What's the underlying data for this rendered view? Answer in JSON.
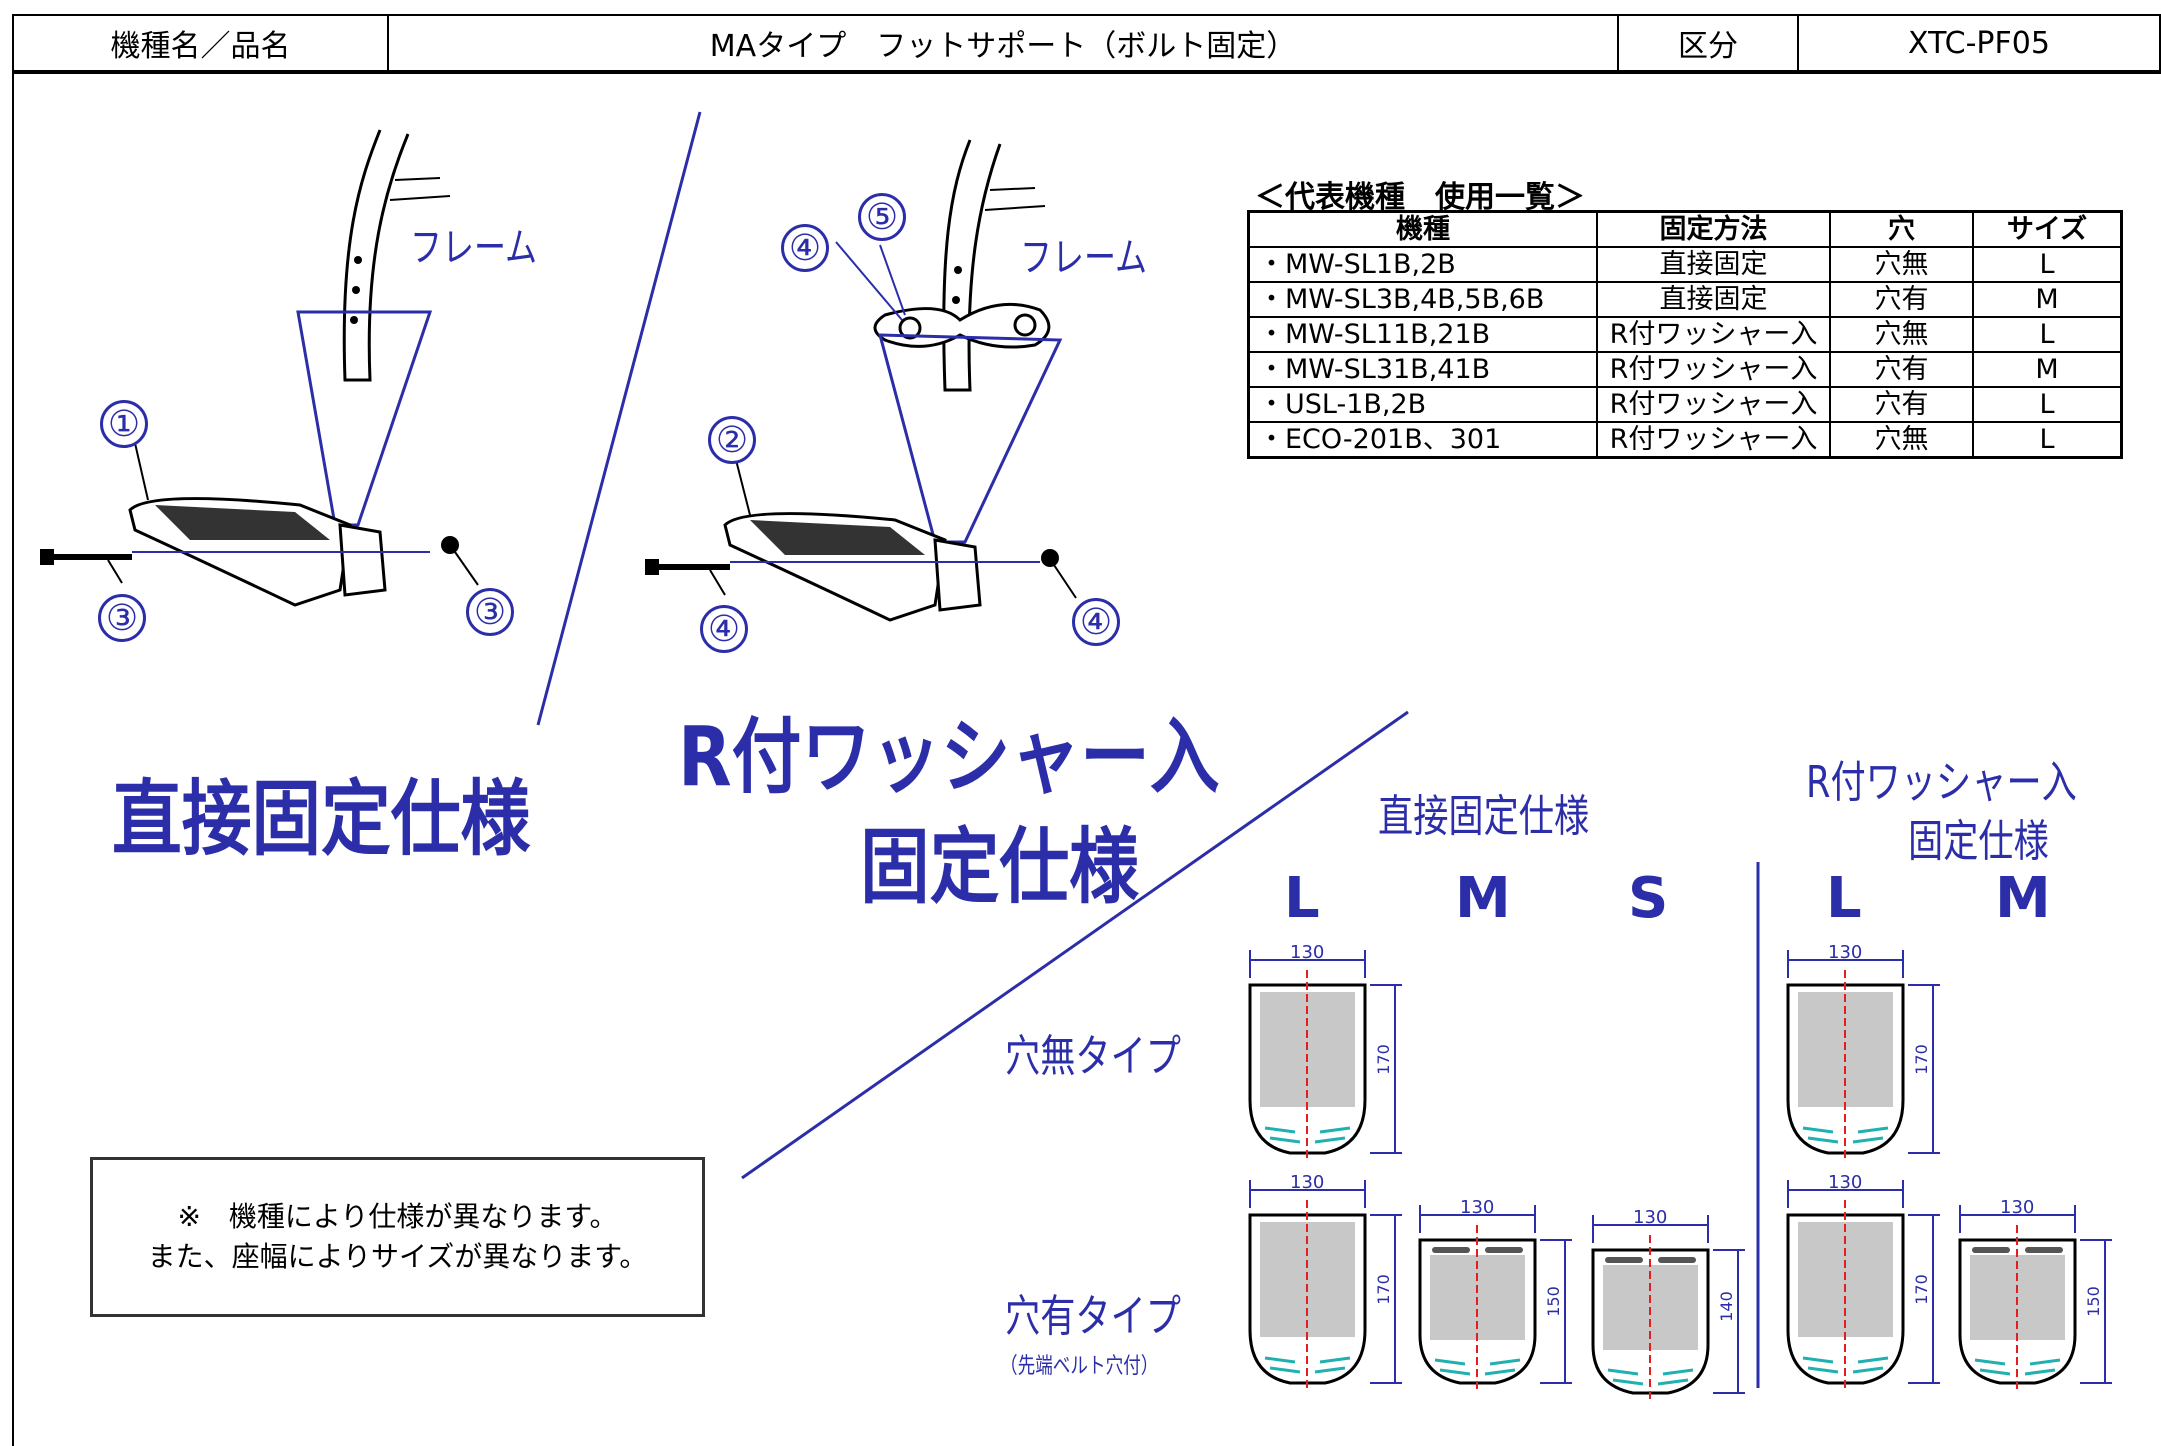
{
  "header": {
    "model_label": "機種名／品名",
    "product_name": "MAタイプ　フットサポート（ボルト固定）",
    "category_label": "区分",
    "code": "XTC-PF05"
  },
  "diagram_left": {
    "frame_label": "フレーム",
    "callouts": [
      "①",
      "③",
      "③"
    ],
    "title": "直接固定仕様"
  },
  "diagram_right": {
    "frame_label": "フレーム",
    "callouts": [
      "④",
      "⑤",
      "②",
      "④",
      "④"
    ],
    "title_line1": "R付ワッシャー入",
    "title_line2": "固定仕様"
  },
  "usage_table": {
    "caption": "＜代表機種　使用一覧＞",
    "headers": [
      "機種",
      "固定方法",
      "穴",
      "サイズ"
    ],
    "rows": [
      [
        "・MW-SL1B,2B",
        "直接固定",
        "穴無",
        "L"
      ],
      [
        "・MW-SL3B,4B,5B,6B",
        "直接固定",
        "穴有",
        "M"
      ],
      [
        "・MW-SL11B,21B",
        "R付ワッシャー入",
        "穴無",
        "L"
      ],
      [
        "・MW-SL31B,41B",
        "R付ワッシャー入",
        "穴有",
        "M"
      ],
      [
        "・USL-1B,2B",
        "R付ワッシャー入",
        "穴有",
        "L"
      ],
      [
        "・ECO-201B、301",
        "R付ワッシャー入",
        "穴無",
        "L"
      ]
    ]
  },
  "size_chart": {
    "direct_title": "直接固定仕様",
    "washer_title_line1": "R付ワッシャー入",
    "washer_title_line2": "固定仕様",
    "sizes_direct": [
      "L",
      "M",
      "S"
    ],
    "sizes_washer": [
      "L",
      "M"
    ],
    "row_no_hole": "穴無タイプ",
    "row_hole": "穴有タイプ",
    "row_hole_sub": "（先端ベルト穴付）",
    "width": "130",
    "len_L": "170",
    "len_M": "150",
    "len_S": "140"
  },
  "note": {
    "line1": "※　機種により仕様が異なります。",
    "line2": "また、座幅によりサイズが異なります。"
  }
}
